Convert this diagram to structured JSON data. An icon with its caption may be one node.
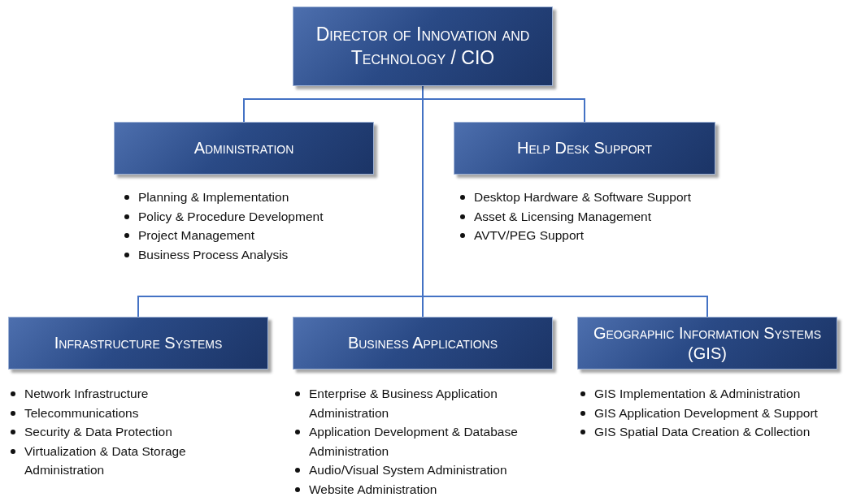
{
  "diagram": {
    "nodes": [
      {
        "text": [
          "Director of Innovation and Technology / CIO"
        ]
      },
      {
        "text": [
          "Administration"
        ],
        "beside": [
          "Planning & Implementation",
          "Policy & Procedure Development",
          "Project Management",
          "Business Process Analysis"
        ]
      },
      {
        "text": [
          "Help Desk Support"
        ],
        "beside": [
          "Desktop Hardware & Software Support",
          "Asset & Licensing Management",
          "AVTV/PEG Support"
        ]
      },
      {
        "text": [
          "Infrastructure Systems"
        ],
        "beside": [
          "Network Infrastructure",
          "Telecommunications",
          "Security & Data Protection",
          "Virtualization & Data Storage Administration"
        ]
      },
      {
        "text": [
          "Business Applications"
        ],
        "beside": [
          "Enterprise & Business Application Administration",
          "Application Development & Database Administration",
          "Audio/Visual System Administration",
          "Website Administration"
        ]
      },
      {
        "text": [
          "Geographic Information Systems (GIS)"
        ],
        "beside": [
          "GIS Implementation & Administration",
          "GIS Application Development & Support",
          "GIS Spatial Data Creation & Collection"
        ]
      }
    ],
    "edges": [
      {
        "from": 0,
        "to": 1,
        "arrow": "none"
      },
      {
        "from": 0,
        "to": 2,
        "arrow": "none"
      },
      {
        "from": 0,
        "to": 3,
        "arrow": "none"
      },
      {
        "from": 0,
        "to": 4,
        "arrow": "none"
      },
      {
        "from": 0,
        "to": 5,
        "arrow": "none"
      }
    ]
  }
}
